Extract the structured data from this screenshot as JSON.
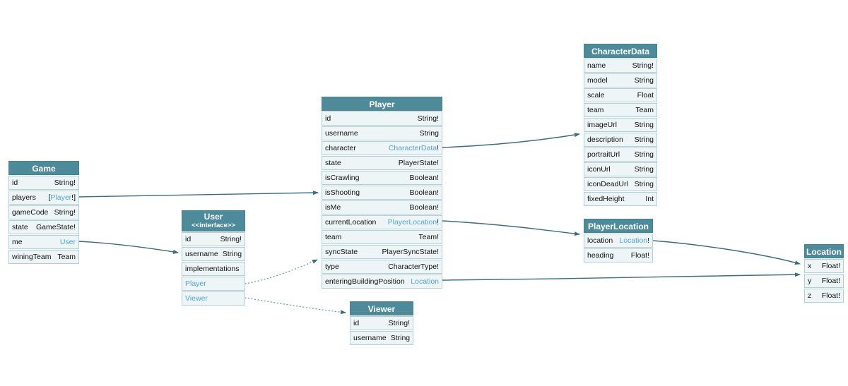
{
  "diagram": {
    "kind": "graphql-schema-diagram",
    "colors": {
      "header_bg": "#4d8a9a",
      "row_bg": "#eef5f7",
      "row_border": "#b4cfd7",
      "type_link": "#54a3d8",
      "edge_solid": "#3c6d7a",
      "edge_dotted": "#6f9aa6",
      "background": "#ffffff"
    },
    "tables": {
      "game": {
        "title": "Game",
        "rows": [
          {
            "f": "id",
            "a": "String!"
          },
          {
            "f": "players",
            "a": "[",
            "l": "Player",
            "b": "!]"
          },
          {
            "f": "gameCode",
            "a": "String!"
          },
          {
            "f": "state",
            "a": "GameState!"
          },
          {
            "f": "me",
            "l": "User"
          },
          {
            "f": "winingTeam",
            "a": "Team"
          }
        ]
      },
      "user": {
        "title": "User",
        "subtitle": "<<interface>>",
        "rows": [
          {
            "f": "id",
            "a": "String!"
          },
          {
            "f": "username",
            "a": "String"
          },
          {
            "f": "implementations"
          },
          {
            "f": "Player"
          },
          {
            "f": "Viewer"
          }
        ]
      },
      "player": {
        "title": "Player",
        "rows": [
          {
            "f": "id",
            "a": "String!"
          },
          {
            "f": "username",
            "a": "String"
          },
          {
            "f": "character",
            "l": "CharacterData",
            "b": "!"
          },
          {
            "f": "state",
            "a": "PlayerState!"
          },
          {
            "f": "isCrawling",
            "a": "Boolean!"
          },
          {
            "f": "isShooting",
            "a": "Boolean!"
          },
          {
            "f": "isMe",
            "a": "Boolean!"
          },
          {
            "f": "currentLocation",
            "l": "PlayerLocation",
            "b": "!"
          },
          {
            "f": "team",
            "a": "Team!"
          },
          {
            "f": "syncState",
            "a": "PlayerSyncState!"
          },
          {
            "f": "type",
            "a": "CharacterType!"
          },
          {
            "f": "enteringBuildingPosition",
            "l": "Location"
          }
        ]
      },
      "viewer": {
        "title": "Viewer",
        "rows": [
          {
            "f": "id",
            "a": "String!"
          },
          {
            "f": "username",
            "a": "String"
          }
        ]
      },
      "characterData": {
        "title": "CharacterData",
        "rows": [
          {
            "f": "name",
            "a": "String!"
          },
          {
            "f": "model",
            "a": "String"
          },
          {
            "f": "scale",
            "a": "Float"
          },
          {
            "f": "team",
            "a": "Team"
          },
          {
            "f": "imageUrl",
            "a": "String"
          },
          {
            "f": "description",
            "a": "String"
          },
          {
            "f": "portraitUrl",
            "a": "String"
          },
          {
            "f": "iconUrl",
            "a": "String"
          },
          {
            "f": "iconDeadUrl",
            "a": "String"
          },
          {
            "f": "fixedHeight",
            "a": "Int"
          }
        ]
      },
      "playerLocation": {
        "title": "PlayerLocation",
        "rows": [
          {
            "f": "location",
            "l": "Location",
            "b": "!"
          },
          {
            "f": "heading",
            "a": "Float!"
          }
        ]
      },
      "location": {
        "title": "Location",
        "rows": [
          {
            "f": "x",
            "a": "Float!"
          },
          {
            "f": "y",
            "a": "Float!"
          },
          {
            "f": "z",
            "a": "Float!"
          }
        ]
      }
    },
    "edges": [
      {
        "from": "Game.players",
        "to": "Player",
        "style": "solid"
      },
      {
        "from": "Game.me",
        "to": "User",
        "style": "solid"
      },
      {
        "from": "Player.character",
        "to": "CharacterData",
        "style": "solid"
      },
      {
        "from": "Player.currentLocation",
        "to": "PlayerLocation",
        "style": "solid"
      },
      {
        "from": "Player.enteringBuildingPosition",
        "to": "Location",
        "style": "solid"
      },
      {
        "from": "PlayerLocation.location",
        "to": "Location",
        "style": "solid"
      },
      {
        "from": "User.Player",
        "to": "Player",
        "style": "dotted"
      },
      {
        "from": "User.Viewer",
        "to": "Viewer",
        "style": "dotted"
      }
    ]
  }
}
